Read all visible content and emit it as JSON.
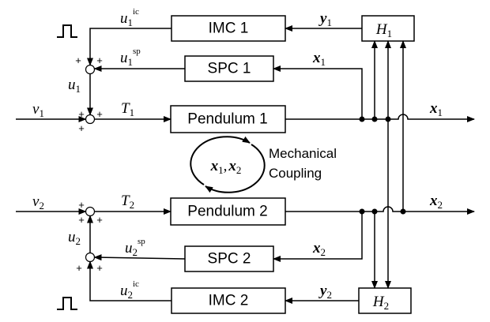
{
  "blocks": {
    "imc1": "IMC 1",
    "spc1": "SPC 1",
    "pendulum1": "Pendulum 1",
    "pendulum2": "Pendulum 2",
    "spc2": "SPC 2",
    "imc2": "IMC 2",
    "h1": "H",
    "h1_sub": "1",
    "h2": "H",
    "h2_sub": "2"
  },
  "signals": {
    "u1ic": {
      "base": "u",
      "sub": "1",
      "sup": "ic"
    },
    "u1sp": {
      "base": "u",
      "sub": "1",
      "sup": "sp"
    },
    "u1": {
      "base": "u",
      "sub": "1"
    },
    "v1": {
      "base": "v",
      "sub": "1"
    },
    "T1": {
      "base": "T",
      "sub": "1"
    },
    "y1": {
      "base": "y",
      "sub": "1"
    },
    "x1_top": {
      "base": "x",
      "sub": "1"
    },
    "x1_out": {
      "base": "x",
      "sub": "1"
    },
    "v2": {
      "base": "v",
      "sub": "2"
    },
    "T2": {
      "base": "T",
      "sub": "2"
    },
    "x2_out": {
      "base": "x",
      "sub": "2"
    },
    "u2": {
      "base": "u",
      "sub": "2"
    },
    "u2sp": {
      "base": "u",
      "sub": "2",
      "sup": "sp"
    },
    "x2_bot": {
      "base": "x",
      "sub": "2"
    },
    "u2ic": {
      "base": "u",
      "sub": "2",
      "sup": "ic"
    },
    "y2": {
      "base": "y",
      "sub": "2"
    }
  },
  "coupling": {
    "label_line1": "Mechanical",
    "label_line2": "Coupling",
    "state_x1_base": "x",
    "state_x1_sub": "1",
    "comma": ",",
    "state_x2_base": "x",
    "state_x2_sub": "2"
  },
  "sum_signs": {
    "plus": "+"
  }
}
